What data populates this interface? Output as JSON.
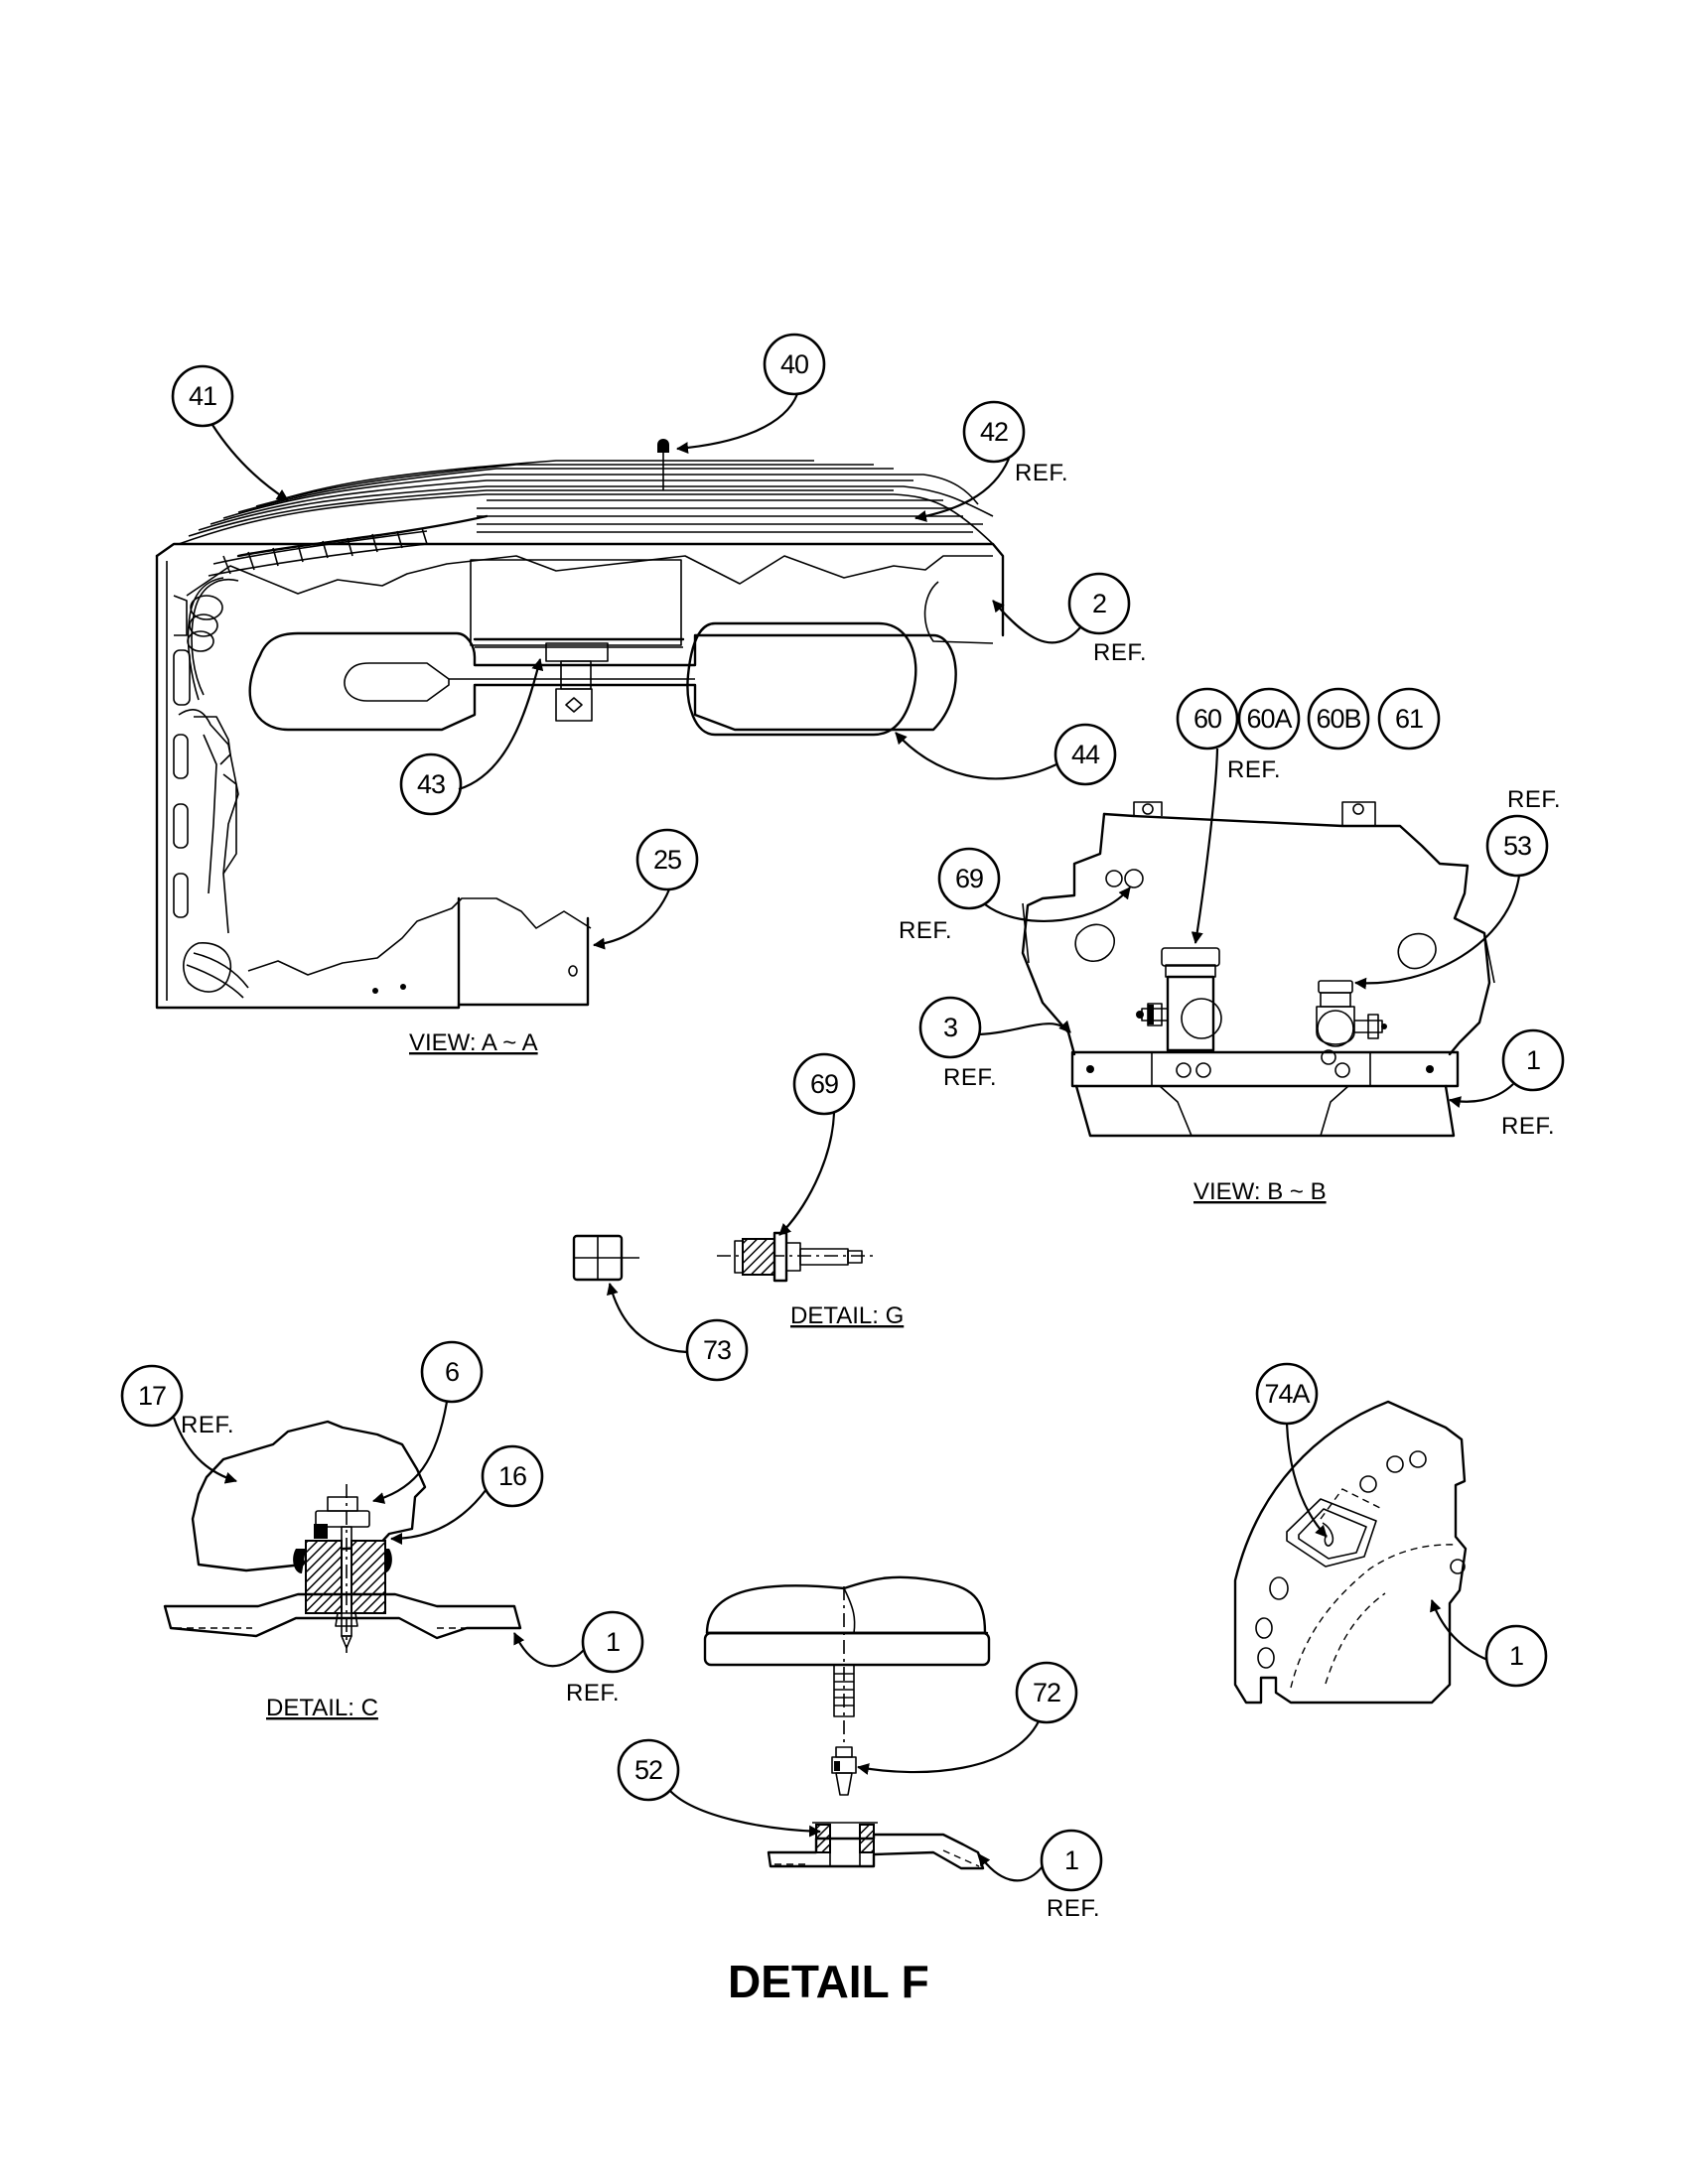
{
  "diagram": {
    "views": {
      "view_a": "VIEW: A ~ A",
      "view_b": "VIEW: B ~ B",
      "detail_g": "DETAIL: G",
      "detail_c": "DETAIL: C",
      "detail_f": "DETAIL F"
    },
    "ref": "REF.",
    "callouts": {
      "c40": "40",
      "c41": "41",
      "c42": "42",
      "c2": "2",
      "c43": "43",
      "c44": "44",
      "c25": "25",
      "c60": "60",
      "c60a": "60A",
      "c60b": "60B",
      "c61": "61",
      "c69b": "69",
      "c53": "53",
      "c3": "3",
      "c1b": "1",
      "c69g": "69",
      "c73": "73",
      "c17": "17",
      "c6": "6",
      "c16": "16",
      "c1c": "1",
      "c72": "72",
      "c52": "52",
      "c1f": "1",
      "c74a": "74A",
      "c1r": "1"
    }
  }
}
